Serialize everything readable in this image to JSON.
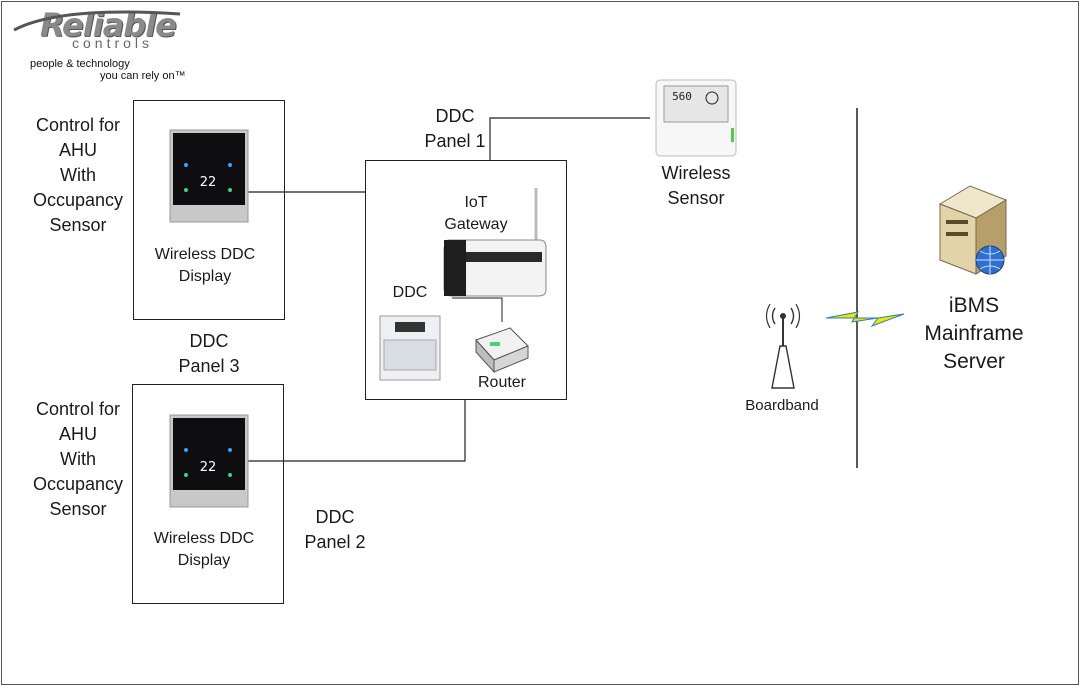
{
  "logo": {
    "brand": "Reliable",
    "sub": "controls",
    "tagline_1": "people & technology",
    "tagline_2": "you can rely on™"
  },
  "labels": {
    "control_top": [
      "Control for",
      "AHU",
      "With",
      "Occupancy",
      "Sensor"
    ],
    "control_bottom": [
      "Control for",
      "AHU",
      "With",
      "Occupancy",
      "Sensor"
    ],
    "display_top": [
      "Wireless DDC",
      "Display"
    ],
    "display_bottom": [
      "Wireless DDC",
      "Display"
    ],
    "panel1": [
      "DDC",
      "Panel 1"
    ],
    "panel2": [
      "DDC",
      "Panel 2"
    ],
    "panel3": [
      "DDC",
      "Panel 3"
    ],
    "iot_gateway": [
      "IoT",
      "Gateway"
    ],
    "ddc": "DDC",
    "router": "Router",
    "wireless_sensor": [
      "Wireless",
      "Sensor"
    ],
    "broadband": "Boardband",
    "server": [
      "iBMS",
      "Mainframe",
      "Server"
    ],
    "thermostat_temp": "22",
    "sensor_reading": "560"
  },
  "colors": {
    "line": "#222222",
    "lightning": "#f2e600",
    "lightning_edge": "#2a7fbf",
    "server_body": "#d9c9a3",
    "globe": "#2f6fd0"
  }
}
